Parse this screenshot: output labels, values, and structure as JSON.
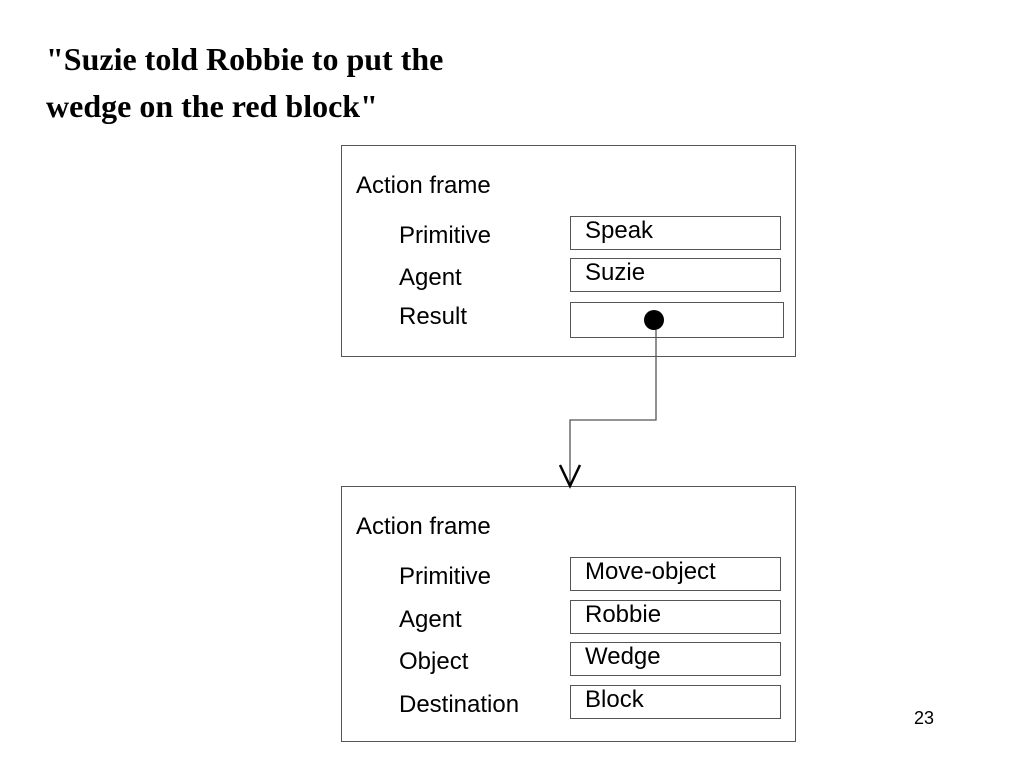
{
  "slide": {
    "title_line1": "\"Suzie told Robbie to put the",
    "title_line2": "wedge on the red block\"",
    "page_number": "23"
  },
  "frames": [
    {
      "title": "Action frame",
      "slots": [
        {
          "label": "Primitive",
          "value": "Speak"
        },
        {
          "label": "Agent",
          "value": "Suzie"
        },
        {
          "label": "Result",
          "value": ""
        }
      ]
    },
    {
      "title": "Action frame",
      "slots": [
        {
          "label": "Primitive",
          "value": "Move-object"
        },
        {
          "label": "Agent",
          "value": "Robbie"
        },
        {
          "label": "Object",
          "value": "Wedge"
        },
        {
          "label": "Destination",
          "value": "Block"
        }
      ]
    }
  ]
}
